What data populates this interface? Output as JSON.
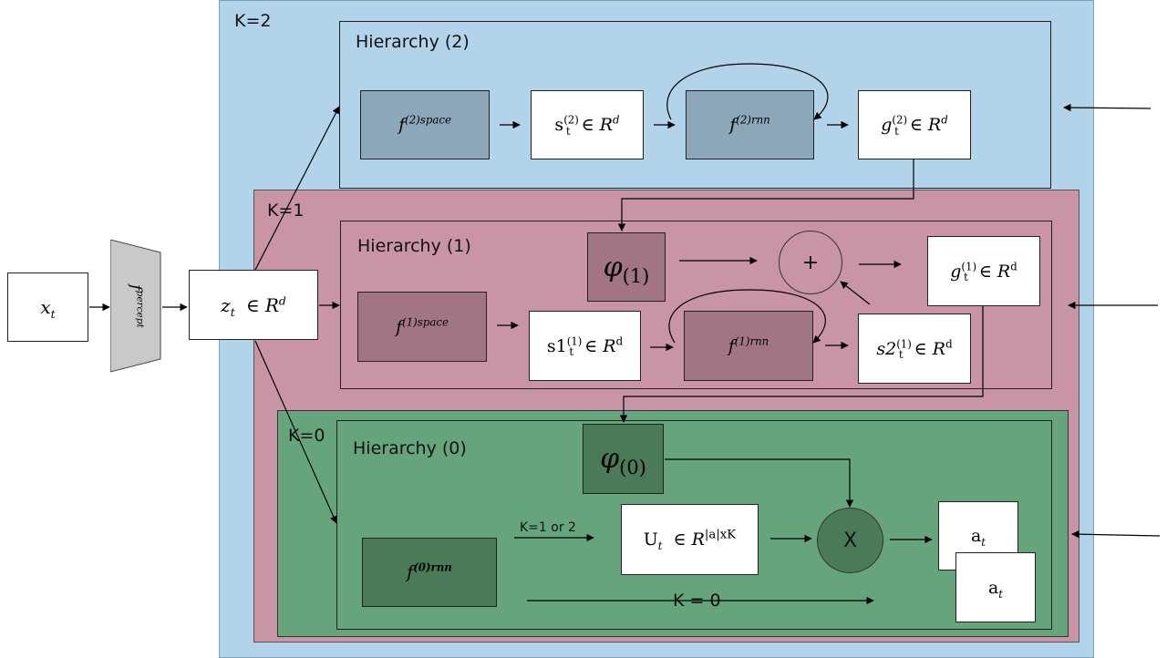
{
  "regions": {
    "k2": {
      "label": "K=2",
      "hierarchy": "Hierarchy (2)"
    },
    "k1": {
      "label": "K=1",
      "hierarchy": "Hierarchy (1)"
    },
    "k0": {
      "label": "K=0",
      "hierarchy": "Hierarchy (0)"
    }
  },
  "nodes": {
    "x": {
      "sym": "x",
      "sub": "t"
    },
    "fpercept": {
      "base": "f",
      "sup": "percept"
    },
    "z": {
      "base": "z",
      "sub": "t",
      "rel": "∈",
      "set": "R",
      "setsup": "d"
    },
    "f2space": {
      "base": "f",
      "sup": "(2)space"
    },
    "s2": {
      "base": "s",
      "sup": "(2)",
      "sub": "t",
      "rel": "∈",
      "set": "R",
      "setsup": "d"
    },
    "f2rnn": {
      "base": "f",
      "sup": "(2)rnn"
    },
    "g2": {
      "base": "g",
      "sup": "(2)",
      "sub": "t",
      "rel": "∈",
      "set": "R",
      "setsup": "d"
    },
    "phi1": {
      "base": "φ",
      "sub": "(1)"
    },
    "plus": {
      "text": "+"
    },
    "g1": {
      "base": "g",
      "sup": "(1)",
      "sub": "t",
      "rel": "∈",
      "set": "R",
      "setsup": "d"
    },
    "f1space": {
      "base": "f",
      "sup": "(1)space"
    },
    "s1": {
      "base": "s1",
      "sup": "(1)",
      "sub": "t",
      "rel": "∈",
      "set": "R",
      "setsup": "d"
    },
    "f1rnn": {
      "base": "f",
      "sup": "(1)rnn"
    },
    "s2b": {
      "base": "s2",
      "sup": "(1)",
      "sub": "t",
      "rel": "∈",
      "set": "R",
      "setsup": "d"
    },
    "phi0": {
      "base": "φ",
      "sub": "(0)"
    },
    "f0rnn": {
      "base": "f",
      "sup": "(0)rnn"
    },
    "u": {
      "base": "U",
      "sub": "t",
      "rel": "∈",
      "set": "R",
      "setsup": "|a|xK"
    },
    "times": {
      "text": "X"
    },
    "a1": {
      "base": "a",
      "sub": "t"
    },
    "a2": {
      "base": "a",
      "sub": "t"
    }
  },
  "edge_labels": {
    "k_or": "K=1 or 2",
    "k_zero": "K = 0"
  }
}
